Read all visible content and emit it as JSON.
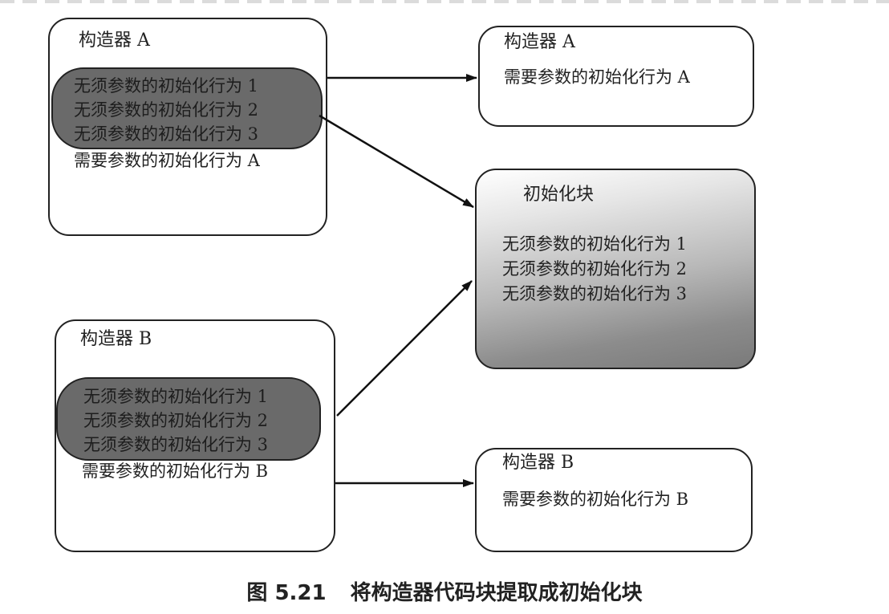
{
  "constructor_a": {
    "title": "构造器 A",
    "shared_lines": [
      "无须参数的初始化行为 1",
      "无须参数的初始化行为 2",
      "无须参数的初始化行为 3"
    ],
    "specific_line": "需要参数的初始化行为 A"
  },
  "constructor_b": {
    "title": "构造器 B",
    "shared_lines": [
      "无须参数的初始化行为 1",
      "无须参数的初始化行为 2",
      "无须参数的初始化行为 3"
    ],
    "specific_line": "需要参数的初始化行为 B"
  },
  "result_a": {
    "title": "构造器 A",
    "line": "需要参数的初始化行为 A"
  },
  "init_block": {
    "title": "初始化块",
    "lines": [
      "无须参数的初始化行为 1",
      "无须参数的初始化行为 2",
      "无须参数的初始化行为 3"
    ]
  },
  "result_b": {
    "title": "构造器 B",
    "line": "需要参数的初始化行为 B"
  },
  "caption": {
    "number": "图 5.21",
    "text": "将构造器代码块提取成初始化块"
  }
}
